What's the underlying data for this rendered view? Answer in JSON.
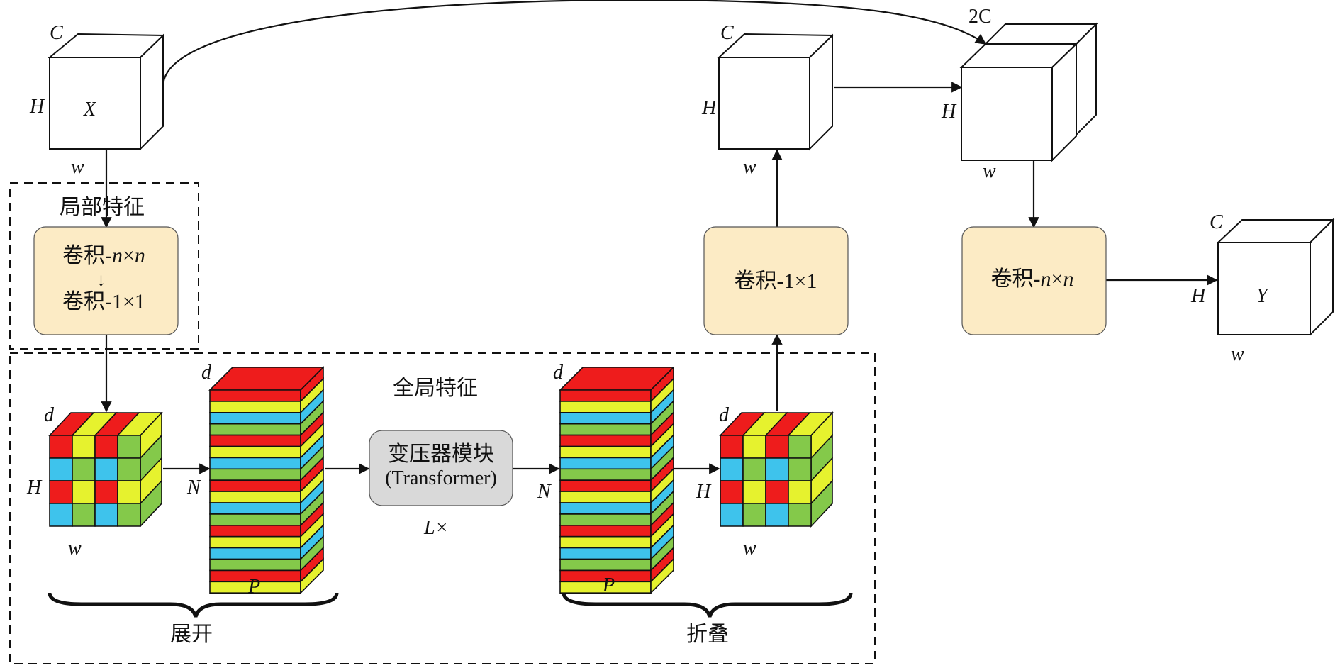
{
  "labels": {
    "C": "C",
    "H": "H",
    "w": "w",
    "d": "d",
    "N": "N",
    "P": "P",
    "X": "X",
    "Y": "Y",
    "two_c": "2C",
    "L": "L×"
  },
  "sections": {
    "local": "局部特征",
    "global": "全局特征",
    "unfold": "展开",
    "fold": "折叠"
  },
  "boxes": {
    "conv_nxn_prefix": "卷积-",
    "conv_n": "n",
    "conv_x": "×",
    "conv_1x1": "卷积-1×1",
    "transformer_cn": "变压器模块",
    "transformer_en": "(Transformer)"
  },
  "colors": {
    "red": "#ee1c1c",
    "yellow": "#e6f22e",
    "blue": "#3ec3ec",
    "green": "#84c94a",
    "box_fill": "#fcebc5",
    "transformer_fill": "#d9d9d9"
  },
  "patch_grid": {
    "front": [
      [
        "red",
        "yellow",
        "red",
        "green"
      ],
      [
        "blue",
        "green",
        "blue",
        "green"
      ],
      [
        "red",
        "yellow",
        "red",
        "yellow"
      ],
      [
        "blue",
        "green",
        "blue",
        "green"
      ]
    ],
    "top": [
      "red",
      "yellow",
      "red",
      "yellow"
    ],
    "side": [
      "yellow",
      "green",
      "yellow",
      "green"
    ]
  },
  "stack_layers": [
    "red",
    "yellow",
    "blue",
    "green"
  ]
}
